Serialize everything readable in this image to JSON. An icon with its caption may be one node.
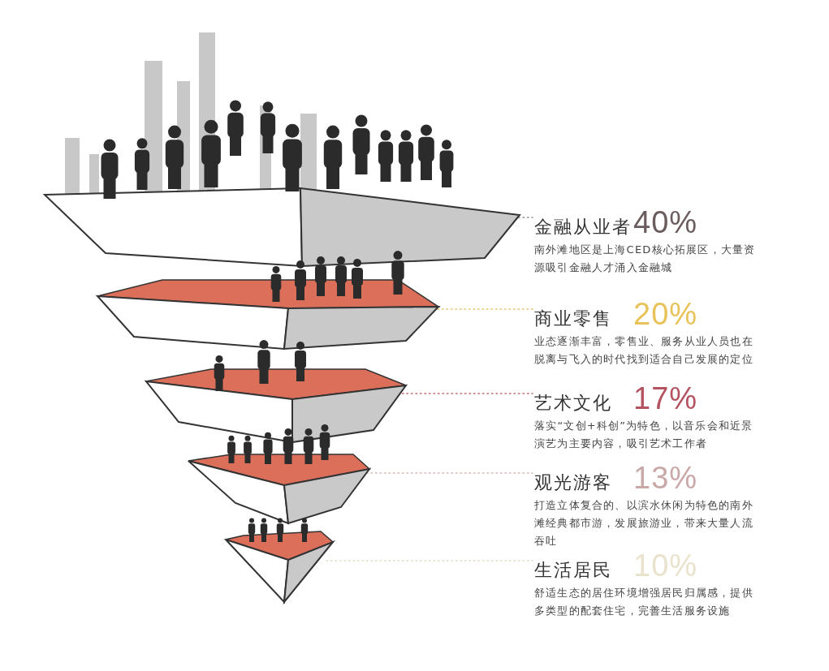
{
  "diagram": {
    "nodes": [
      {
        "text": [],
        "shape": "picture"
      },
      {
        "text": [],
        "shape": "picture"
      },
      {
        "text": [],
        "shape": "picture"
      },
      {
        "text": [],
        "shape": "picture"
      },
      {
        "text": [],
        "shape": "picture"
      },
      {
        "text": [
          "金融从业者",
          "40%",
          "南外滩地区是上海CED核心拓展区，大量资源吸引金融人才涌入金融城"
        ]
      },
      {
        "text": [
          "商业零售",
          "20%",
          "业态逐渐丰富，零售业、服务从业人员也在脱离与飞入的时代找到适合自己发展的定位"
        ]
      },
      {
        "text": [
          "艺术文化",
          "17%",
          "落实“文创+科创”为特色，以音乐会和近景演艺为主要内容，吸引艺术工作者"
        ]
      },
      {
        "text": [
          "观光游客",
          "13%",
          "打造立体复合的、以滨水休闲为特色的南外滩经典都市游，发展旅游业，带来大量人流吞吐"
        ]
      },
      {
        "text": [
          "生活居民",
          "10%",
          "舒适生态的居住环境增强居民归属感，提供多类型的配套住宅，完善生活服务设施"
        ]
      }
    ],
    "edges": [
      {
        "from": 0,
        "to": 5,
        "arrow": "none",
        "style": "dashed",
        "color": "#8c8c8c"
      },
      {
        "from": 1,
        "to": 6,
        "arrow": "none",
        "style": "dashed",
        "color": "#e5c46a"
      },
      {
        "from": 2,
        "to": 7,
        "arrow": "none",
        "style": "dashed",
        "color": "#c26a72"
      },
      {
        "from": 3,
        "to": 8,
        "arrow": "none",
        "style": "dashed",
        "color": "#d4b5b5"
      },
      {
        "from": 4,
        "to": 9,
        "arrow": "none",
        "style": "dashed",
        "color": "#e0d9c2"
      }
    ]
  }
}
